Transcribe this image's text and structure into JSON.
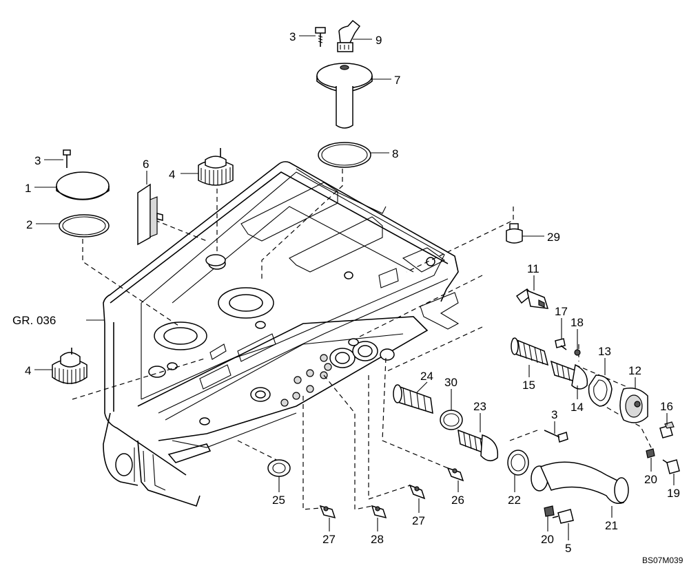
{
  "diagram": {
    "code": "BS07M039",
    "group_reference": "GR. 036",
    "callouts": [
      {
        "id": "c3a",
        "text": "3"
      },
      {
        "id": "c9",
        "text": "9"
      },
      {
        "id": "c7",
        "text": "7"
      },
      {
        "id": "c8",
        "text": "8"
      },
      {
        "id": "c3b",
        "text": "3"
      },
      {
        "id": "c1",
        "text": "1"
      },
      {
        "id": "c2",
        "text": "2"
      },
      {
        "id": "c6",
        "text": "6"
      },
      {
        "id": "c4a",
        "text": "4"
      },
      {
        "id": "c29",
        "text": "29"
      },
      {
        "id": "c11",
        "text": "11"
      },
      {
        "id": "c17",
        "text": "17"
      },
      {
        "id": "c18",
        "text": "18"
      },
      {
        "id": "c13",
        "text": "13"
      },
      {
        "id": "c12",
        "text": "12"
      },
      {
        "id": "c4b",
        "text": "4"
      },
      {
        "id": "c15",
        "text": "15"
      },
      {
        "id": "c14",
        "text": "14"
      },
      {
        "id": "c16",
        "text": "16"
      },
      {
        "id": "c24",
        "text": "24"
      },
      {
        "id": "c30",
        "text": "30"
      },
      {
        "id": "c23",
        "text": "23"
      },
      {
        "id": "c3c",
        "text": "3"
      },
      {
        "id": "c20a",
        "text": "20"
      },
      {
        "id": "c19",
        "text": "19"
      },
      {
        "id": "c22",
        "text": "22"
      },
      {
        "id": "c26",
        "text": "26"
      },
      {
        "id": "c25",
        "text": "25"
      },
      {
        "id": "c27a",
        "text": "27"
      },
      {
        "id": "c28",
        "text": "28"
      },
      {
        "id": "c27b",
        "text": "27"
      },
      {
        "id": "c21",
        "text": "21"
      },
      {
        "id": "c20b",
        "text": "20"
      },
      {
        "id": "c5",
        "text": "5"
      }
    ]
  }
}
